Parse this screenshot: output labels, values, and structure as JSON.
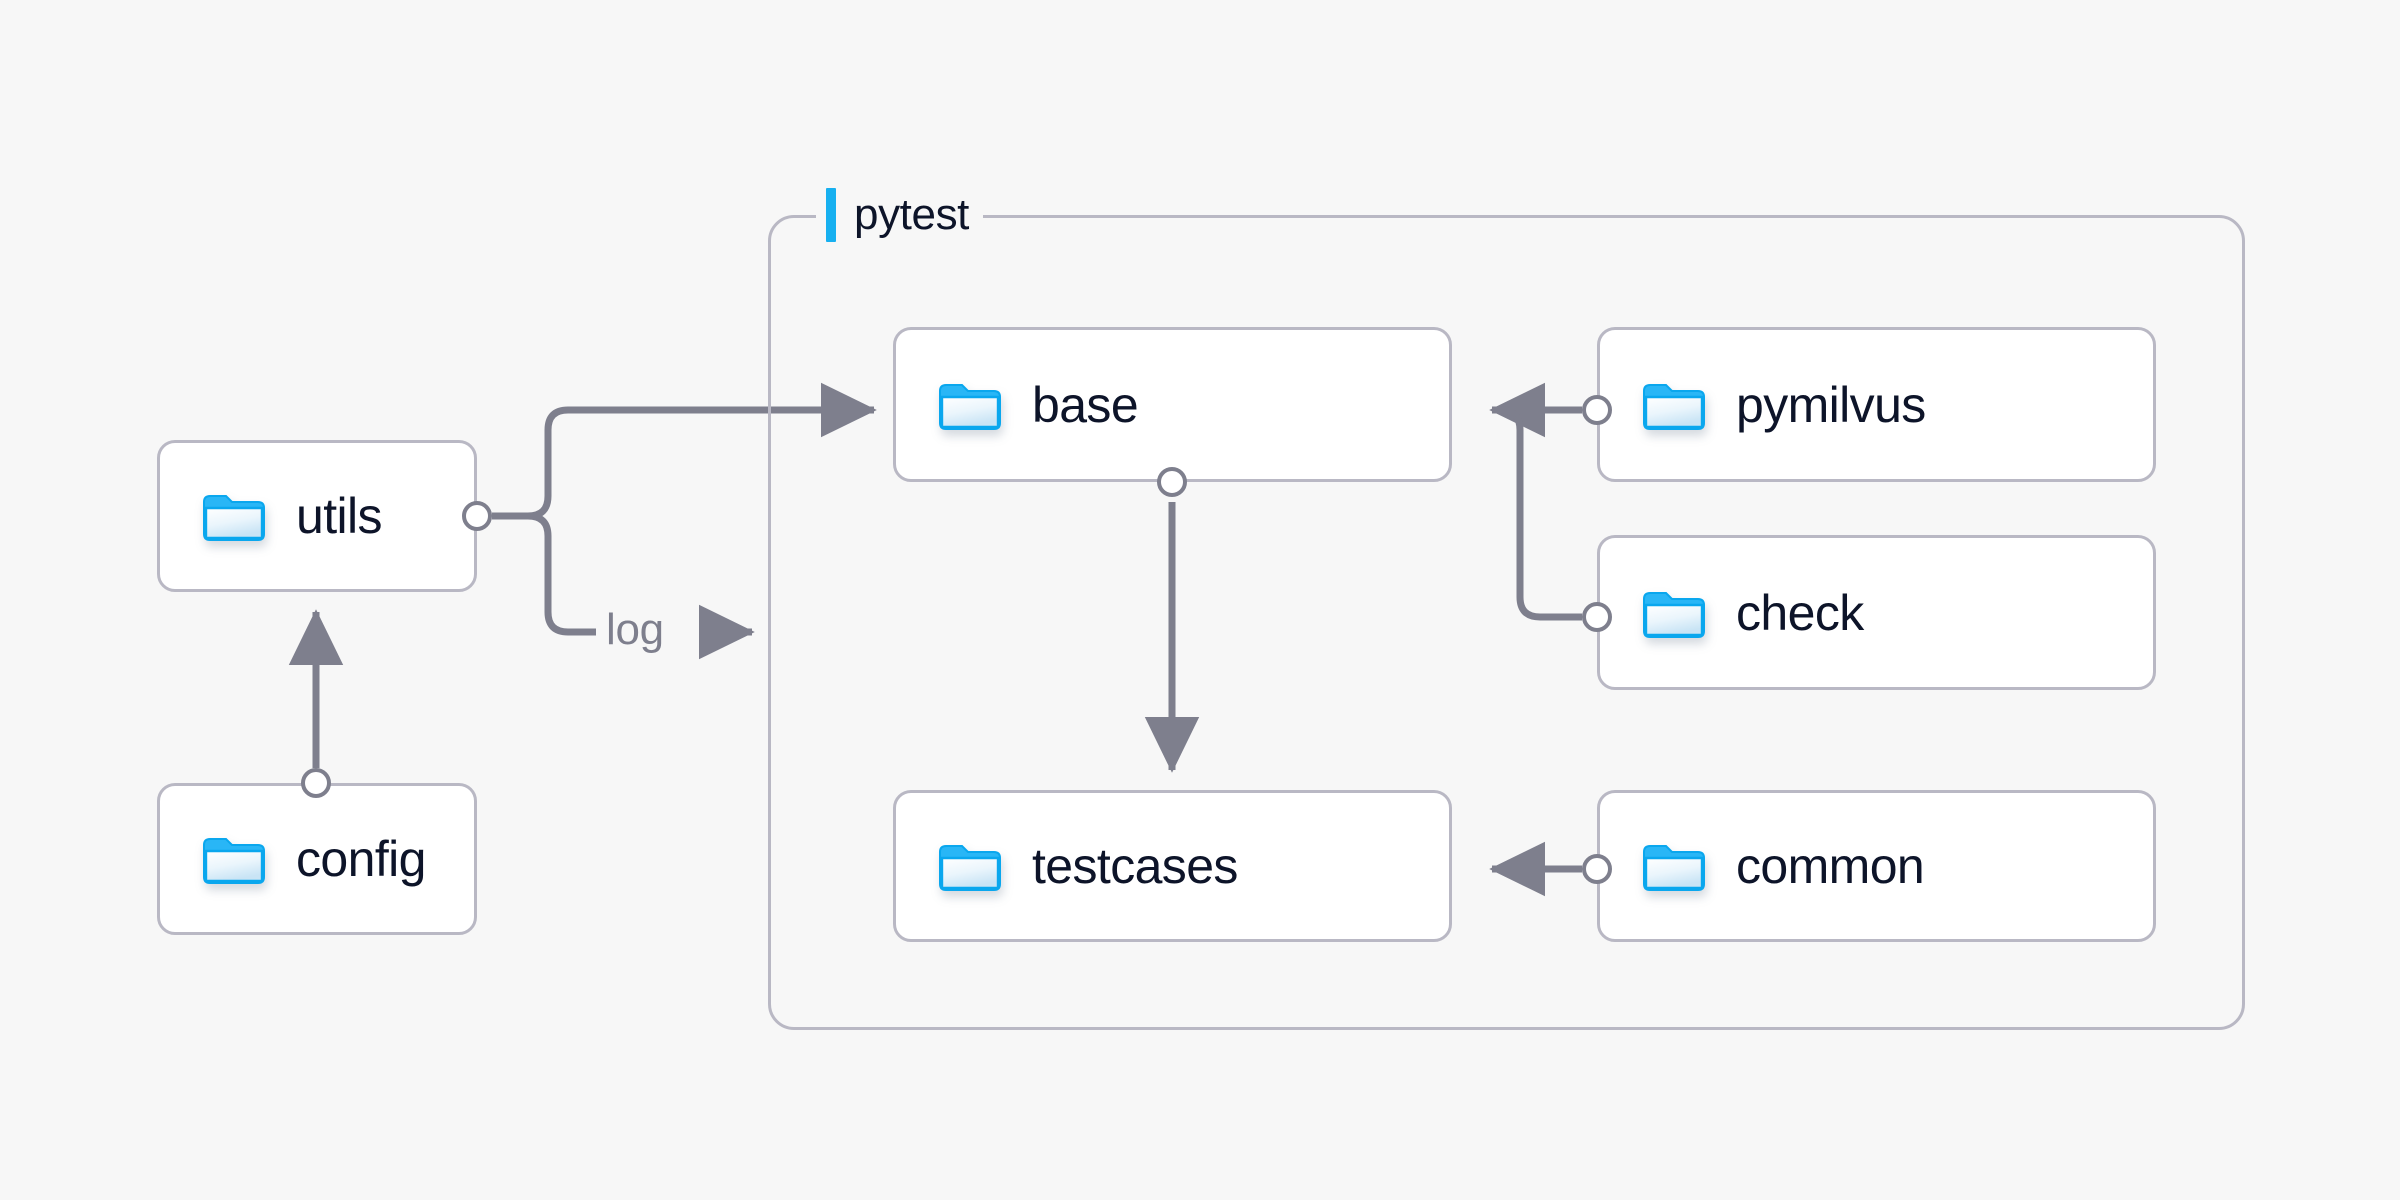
{
  "canvas": {
    "background_color": "#f7f7f7",
    "node_fill_color": "#ffffff",
    "node_border_color": "#b9b8c4",
    "edge_color": "#7e7f8d",
    "text_color": "#0d1429",
    "accent_color": "#17b0f0"
  },
  "group": {
    "title": "pytest",
    "accent_color": "#17b0f0"
  },
  "nodes": [
    {
      "id": "utils",
      "label": "utils",
      "icon": "folder-icon"
    },
    {
      "id": "config",
      "label": "config",
      "icon": "folder-icon"
    },
    {
      "id": "base",
      "label": "base",
      "icon": "folder-icon"
    },
    {
      "id": "testcases",
      "label": "testcases",
      "icon": "folder-icon"
    },
    {
      "id": "pymilvus",
      "label": "pymilvus",
      "icon": "folder-icon"
    },
    {
      "id": "check",
      "label": "check",
      "icon": "folder-icon"
    },
    {
      "id": "common",
      "label": "common",
      "icon": "folder-icon"
    }
  ],
  "edges": [
    {
      "id": "utils-base",
      "from": "utils",
      "to": "base",
      "label": ""
    },
    {
      "id": "utils-log",
      "from": "utils",
      "to": "pytest",
      "label": "log"
    },
    {
      "id": "config-utils",
      "from": "config",
      "to": "utils",
      "label": ""
    },
    {
      "id": "base-testcases",
      "from": "base",
      "to": "testcases",
      "label": ""
    },
    {
      "id": "pymilvus-base",
      "from": "pymilvus",
      "to": "base",
      "label": ""
    },
    {
      "id": "check-base",
      "from": "check",
      "to": "base",
      "label": ""
    },
    {
      "id": "common-testcases",
      "from": "common",
      "to": "testcases",
      "label": ""
    }
  ]
}
